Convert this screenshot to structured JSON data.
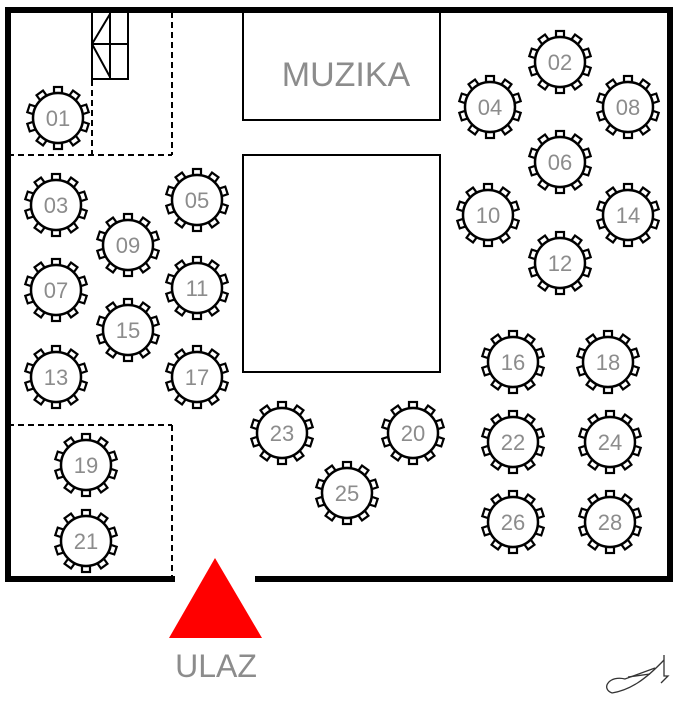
{
  "stage_label": "MUZIKA",
  "entrance_label": "ULAZ",
  "signature": "A",
  "colors": {
    "entrance": "#ff0000",
    "wall": "#000000",
    "table_label": "#8c8c8c"
  },
  "tables": [
    "01",
    "02",
    "03",
    "04",
    "05",
    "06",
    "07",
    "08",
    "09",
    "10",
    "11",
    "12",
    "13",
    "14",
    "15",
    "16",
    "17",
    "18",
    "19",
    "20",
    "21",
    "22",
    "23",
    "24",
    "25",
    "26",
    "28"
  ]
}
